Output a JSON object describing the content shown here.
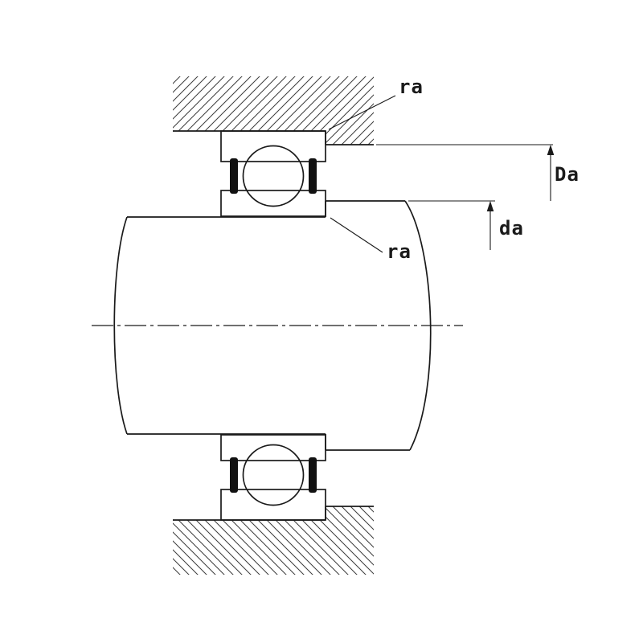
{
  "title": "Bearing mounting cross-section diagram",
  "colors": {
    "background": "#ffffff",
    "ink": "#1a1a1a",
    "hatch": "#3a3a3a",
    "seal": "#111111"
  },
  "annotations": {
    "ra_top": {
      "label": "ra"
    },
    "housing_abutment_diameter": {
      "label": "Da"
    },
    "shaft_abutment_diameter": {
      "label": "da"
    },
    "ra_shaft": {
      "label": "ra"
    }
  }
}
